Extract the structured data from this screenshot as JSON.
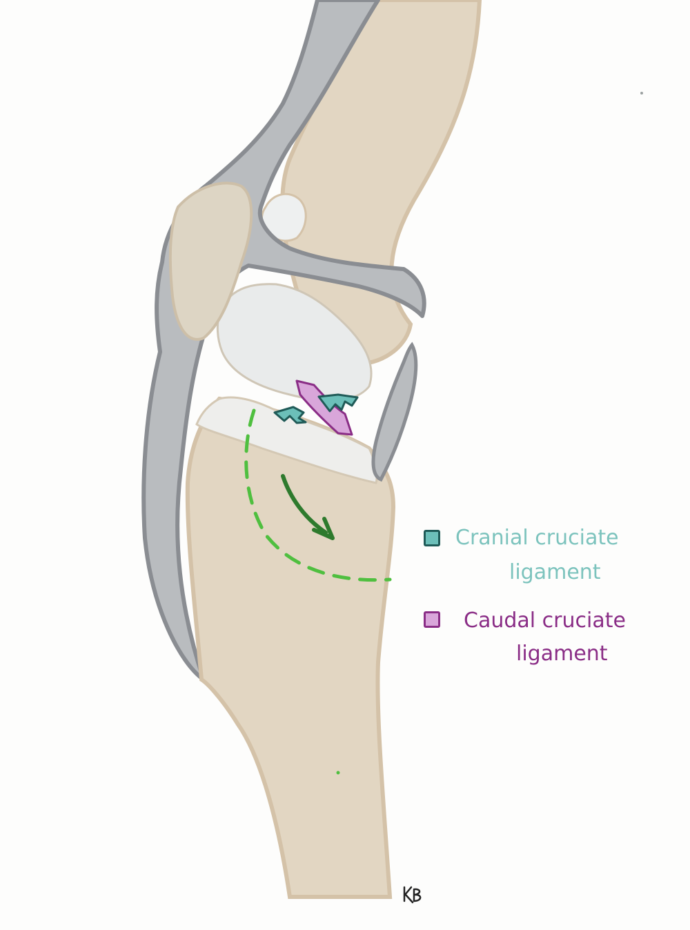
{
  "legend": {
    "cranial": {
      "line1": "Cranial cruciate",
      "line2": "ligament",
      "swatch_color": "#6cbfb9",
      "text_color": "#7cc3bd"
    },
    "caudal": {
      "line1": "Caudal cruciate",
      "line2": "ligament",
      "swatch_color": "#d9a6da",
      "text_color": "#8a2d86"
    }
  },
  "signature": "KB",
  "colors": {
    "bone": "#e2d6c2",
    "bone_outline": "#d4c2a8",
    "tendon_gray": "#b9bcbf",
    "tendon_outline": "#8a8d92",
    "cartilage": "#eceeee",
    "arrow_green": "#3f9c3b",
    "dashed_green": "#4fbf3f"
  }
}
